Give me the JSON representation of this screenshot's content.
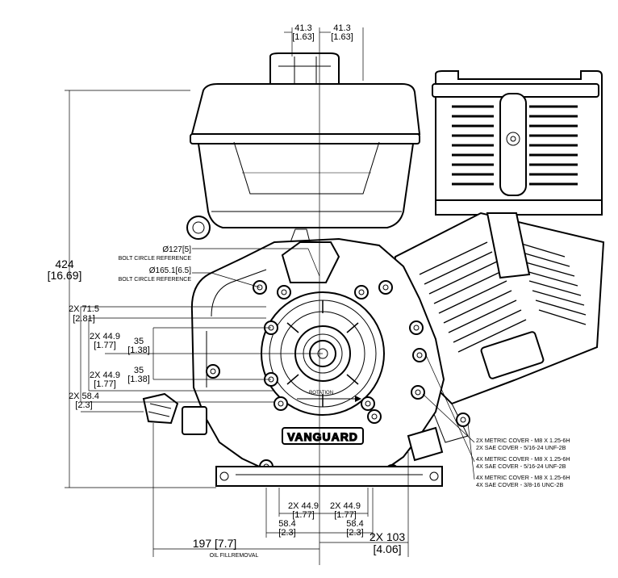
{
  "dimensions": {
    "top_left_mm": "41.3",
    "top_left_in": "[1.63]",
    "top_right_mm": "41.3",
    "top_right_in": "[1.63]",
    "height_mm": "424",
    "height_in": "[16.69]",
    "left_715_mm": "2X 71.5",
    "left_715_in": "[2.81]",
    "left_449a_mm": "2X 44.9",
    "left_449a_in": "[1.77]",
    "left_35a_mm": "35",
    "left_35a_in": "[1.38]",
    "left_35b_mm": "35",
    "left_35b_in": "[1.38]",
    "left_449b_mm": "2X 44.9",
    "left_449b_in": "[1.77]",
    "left_584_mm": "2X 58.4",
    "left_584_in": "[2.3]",
    "bot_449a_mm": "2X 44.9",
    "bot_449a_in": "[1.77]",
    "bot_449b_mm": "2X 44.9",
    "bot_449b_in": "[1.77]",
    "bot_584a_mm": "58.4",
    "bot_584a_in": "[2.3]",
    "bot_584b_mm": "58.4",
    "bot_584b_in": "[2.3]",
    "oil_fill": "197 [7.7]",
    "oil_fill_label": "OIL FILLREMOVAL",
    "width_mm": "2X 103",
    "width_in": "[4.06]"
  },
  "bolt_circles": {
    "bc1_dim": "Ø127[5]",
    "bc1_label": "BOLT CIRCLE REFERENCE",
    "bc2_dim": "Ø165.1[6.5]",
    "bc2_label": "BOLT CIRCLE REFERENCE"
  },
  "callouts": {
    "c1_line1": "2X METRIC COVER - M8 X 1.25-6H",
    "c1_line2": "2X SAE COVER - 5/16-24 UNF-2B",
    "c2_line1": "4X METRIC COVER - M8 X 1.25-6H",
    "c2_line2": "4X SAE COVER - 5/16-24 UNF-2B",
    "c3_line1": "4X METRIC COVER - M8 X 1.25-6H",
    "c3_line2": "4X SAE COVER - 3/8-16 UNC-2B"
  },
  "engine": {
    "brand": "VANGUARD",
    "rotation": "ROTATION"
  }
}
